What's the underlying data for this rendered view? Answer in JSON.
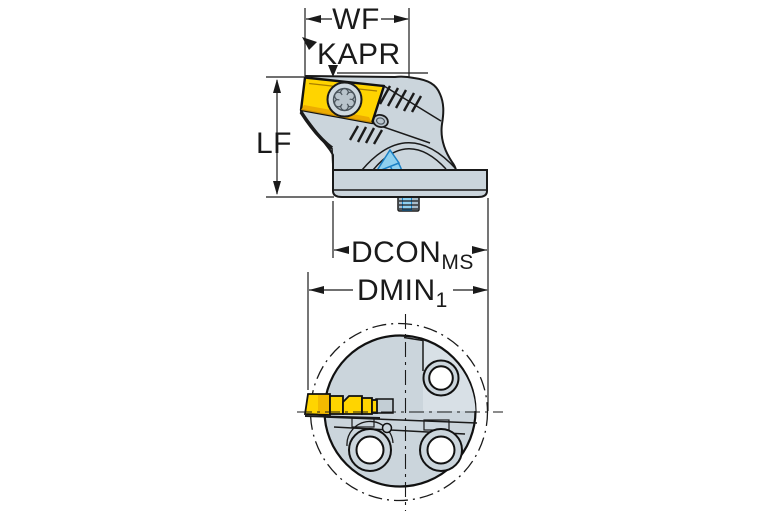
{
  "labels": {
    "wf": "WF",
    "kapr": "KAPR",
    "lf": "LF",
    "dcon_base": "DCON",
    "dcon_sub": "MS",
    "dmin_base": "DMIN",
    "dmin_sub": "1"
  },
  "colors": {
    "background": "#ffffff",
    "outline": "#1a1a1a",
    "body_fill": "#cbd5dc",
    "body_fill_light": "#d8e0e6",
    "insert_yellow": "#ffd400",
    "insert_shade": "#eaa400",
    "coolant_fill": "#8fd0ef",
    "coolant_stroke": "#1b80c4",
    "metal_gray": "#b9c4cc",
    "hole_fill": "#ffffff"
  }
}
